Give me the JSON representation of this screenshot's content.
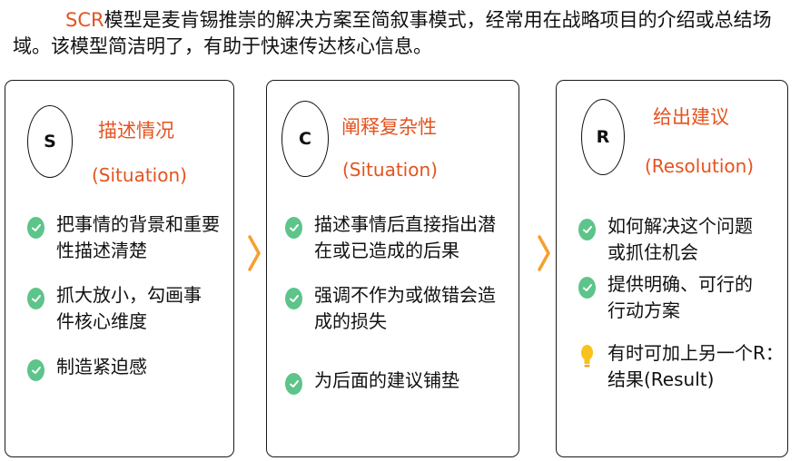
{
  "intro": {
    "highlight": "SCR",
    "text": "模型是麦肯锡推崇的解决方案至简叙事模式，经常用在战略项目的介绍或总结场域。该模型简洁明了，有助于快速传达核心信息。"
  },
  "cards": [
    {
      "letter": "S",
      "title": "描述情况",
      "subtitle": "(Situation)",
      "items": [
        {
          "icon": "check-icon",
          "text": "把事情的背景和重要性描述清楚"
        },
        {
          "icon": "check-icon",
          "text": "抓大放小，勾画事件核心维度"
        },
        {
          "icon": "check-icon",
          "text": "制造紧迫感"
        }
      ]
    },
    {
      "letter": "C",
      "title": "阐释复杂性",
      "subtitle": "(Situation)",
      "items": [
        {
          "icon": "check-icon",
          "text": "描述事情后直接指出潜在或已造成的后果"
        },
        {
          "icon": "check-icon",
          "text": "强调不作为或做错会造成的损失"
        },
        {
          "icon": "check-icon",
          "text": "为后面的建议铺垫"
        }
      ]
    },
    {
      "letter": "R",
      "title": "给出建议",
      "subtitle": "(Resolution)",
      "items": [
        {
          "icon": "check-icon",
          "text": "如何解决这个问题或抓住机会"
        },
        {
          "icon": "check-icon",
          "text": "提供明确、可行的行动方案"
        },
        {
          "icon": "lightbulb-icon",
          "text": "有时可加上另一个R：结果(Result)"
        }
      ]
    }
  ],
  "colors": {
    "accent": "#e5531f",
    "check": "#5dc48a",
    "arrow": "#f5a030",
    "bulb": "#f7c21d"
  }
}
